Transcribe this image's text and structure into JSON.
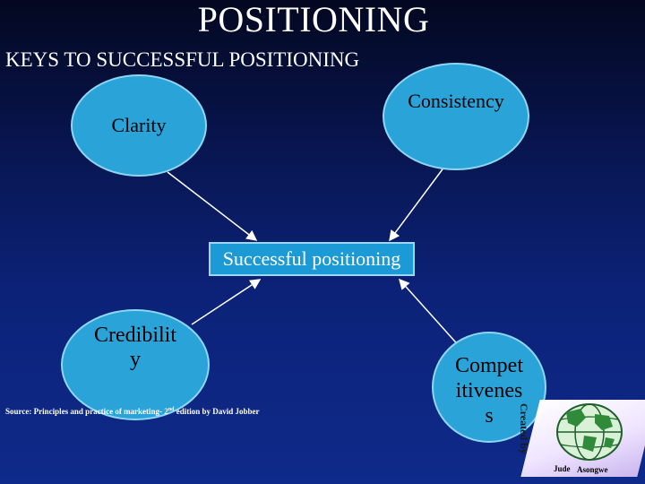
{
  "slide": {
    "title": "POSITIONING",
    "subtitle": "KEYS TO SUCCESSFUL POSITIONING"
  },
  "nodes": {
    "clarity": "Clarity",
    "consistency": "Consistency",
    "credibility_line1": "Credibilit",
    "credibility_line2": "y",
    "competitiveness_line1": "Compet",
    "competitiveness_line2": "itivenes",
    "competitiveness_line3": "s",
    "center": "Successful positioning"
  },
  "source": {
    "prefix": "Source: Principles and practice of marketing- 2",
    "superscript": "nd",
    "suffix": " edition by David Jobber"
  },
  "credit": {
    "created_by": "Created by",
    "author_first": "Jude",
    "author_last": "Asongwe"
  },
  "colors": {
    "node_fill": "#2aa3d9",
    "center_fill": "#1c9ad6",
    "background": "#0c2278"
  },
  "icons": {
    "credit": "globe-icon"
  }
}
